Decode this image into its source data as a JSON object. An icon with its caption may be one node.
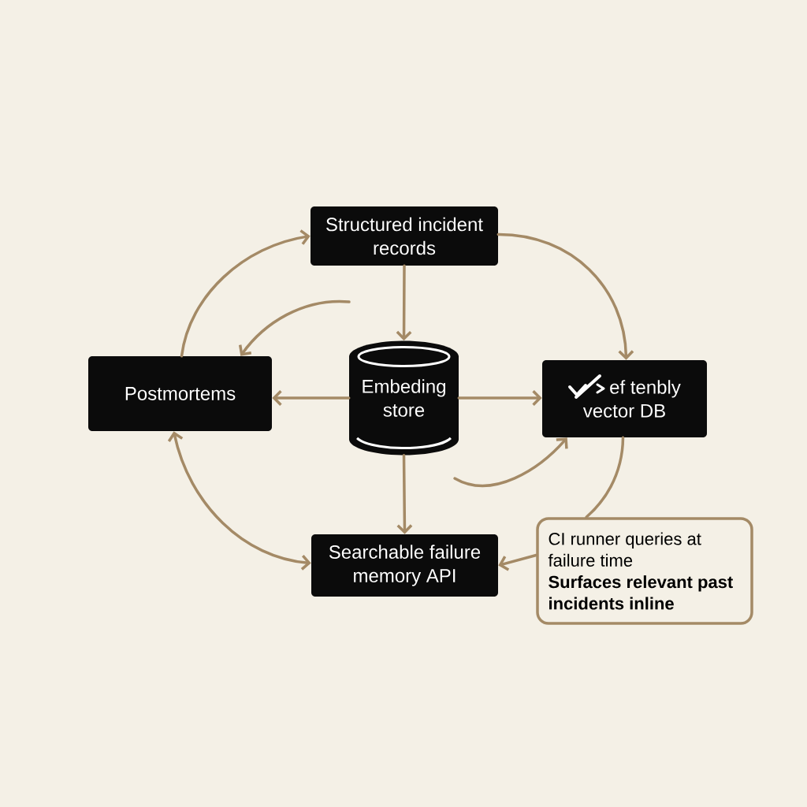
{
  "diagram": {
    "nodes": [
      {
        "text": [
          "Structured incident records"
        ]
      },
      {
        "text": [
          "Postmortems"
        ]
      },
      {
        "text": [
          "Embeding store"
        ]
      },
      {
        "text": [
          "ef tenbly vector DB"
        ]
      },
      {
        "text": [
          "Searchable failure memory API"
        ]
      },
      {
        "text": [
          "CI runner queries at failure time",
          "Surfaces relevant past incidents inline"
        ]
      }
    ],
    "edges": [
      {
        "from": 0,
        "to": 2,
        "arrow": "to"
      },
      {
        "from": 1,
        "to": 0,
        "arrow": "to"
      },
      {
        "from": null,
        "to": 1,
        "arrow": "to"
      },
      {
        "from": 0,
        "to": 3,
        "arrow": "to"
      },
      {
        "from": 2,
        "to": 1,
        "arrow": "to"
      },
      {
        "from": 2,
        "to": 3,
        "arrow": "to"
      },
      {
        "from": null,
        "to": 3,
        "arrow": "to"
      },
      {
        "from": 2,
        "to": 4,
        "arrow": "to"
      },
      {
        "from": 1,
        "to": 4,
        "arrow": "both"
      },
      {
        "from": 5,
        "to": 4,
        "arrow": "to"
      },
      {
        "from": 3,
        "to": 5,
        "arrow": "none"
      }
    ]
  }
}
